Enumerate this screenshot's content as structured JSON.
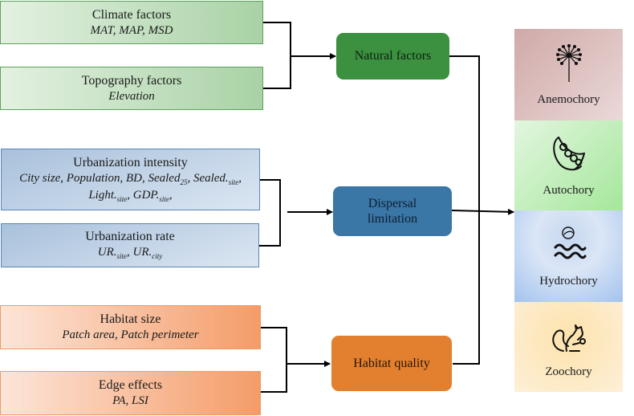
{
  "left_boxes": {
    "climate": {
      "title": "Climate factors",
      "sub": "MAT, MAP, MSD"
    },
    "topo": {
      "title": "Topography factors",
      "sub": "Elevation"
    },
    "urb_int": {
      "title": "Urbanization intensity",
      "line1_a": "City size, Population, BD, Sealed",
      "line1_sub25": "25",
      "line1_b": ", Sealed.",
      "line1_site": "site",
      "line2_a": "Light.",
      "line2_site1": "site",
      "line2_b": ", GDP.",
      "line2_site2": "site"
    },
    "urb_rate": {
      "title": "Urbanization rate",
      "a": "UR.",
      "site": "site",
      "b": ", UR.",
      "city": "city"
    },
    "hab_size": {
      "title": "Habitat size",
      "sub": "Patch area, Patch perimeter"
    },
    "edge": {
      "title": "Edge effects",
      "sub": "PA, LSI"
    }
  },
  "middle_boxes": {
    "natural": "Natural factors",
    "dispersal_1": "Dispersal",
    "dispersal_2": "limitation",
    "habitat": "Habitat quality"
  },
  "outcomes": [
    {
      "label": "Anemochory",
      "icon": "dandelion-icon",
      "color": "#d3b2b0"
    },
    {
      "label": "Autochory",
      "icon": "seed-pod-icon",
      "color": "#b6ecb0"
    },
    {
      "label": "Hydrochory",
      "icon": "water-seed-icon",
      "color": "#a9c7ef"
    },
    {
      "label": "Zoochory",
      "icon": "squirrel-icon",
      "color": "#fde6bd"
    }
  ]
}
